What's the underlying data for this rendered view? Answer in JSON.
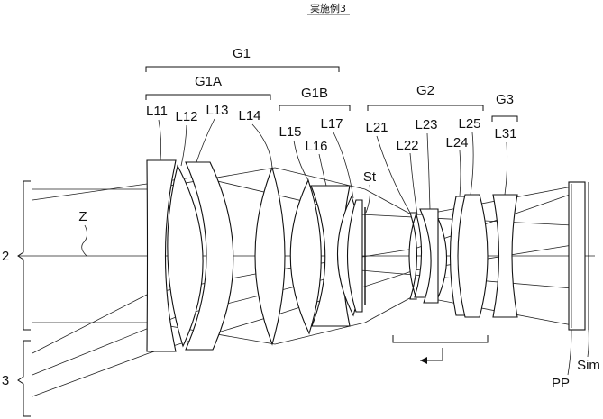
{
  "title": "実施例3",
  "groups": {
    "g1": "G1",
    "g1a": "G1A",
    "g1b": "G1B",
    "g2": "G2",
    "g3": "G3"
  },
  "lenses": {
    "l11": "L11",
    "l12": "L12",
    "l13": "L13",
    "l14": "L14",
    "l15": "L15",
    "l16": "L16",
    "l17": "L17",
    "l21": "L21",
    "l22": "L22",
    "l23": "L23",
    "l24": "L24",
    "l25": "L25",
    "l31": "L31"
  },
  "labels": {
    "stop": "St",
    "axis": "Z",
    "bundle_axial": "2",
    "bundle_offaxis": "3",
    "prism": "PP",
    "image": "Sim"
  }
}
